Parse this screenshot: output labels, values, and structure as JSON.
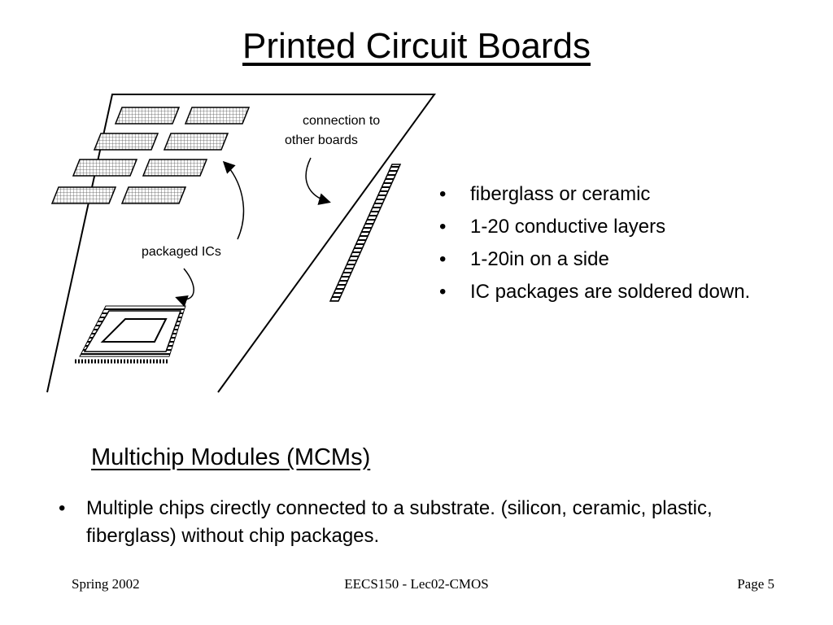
{
  "slide": {
    "title": "Printed Circuit Boards",
    "diagram_labels": {
      "connection_line1": "connection to",
      "connection_line2": "other boards",
      "packaged_ics": "packaged ICs"
    },
    "bullets": [
      {
        "text": "fiberglass or ceramic"
      },
      {
        "text": "1-20 conductive layers"
      },
      {
        "text": "1-20in on a side"
      },
      {
        "text": "IC packages are soldered down."
      }
    ],
    "bullet_symbol": "•",
    "subtitle": "Multichip Modules (MCMs)",
    "mcm_bullet": "Multiple chips cirectly connected to a substrate. (silicon, ceramic, plastic, fiberglass) without chip packages."
  },
  "footer": {
    "left": "Spring 2002",
    "center": "EECS150 - Lec02-CMOS",
    "right": "Page 5"
  }
}
